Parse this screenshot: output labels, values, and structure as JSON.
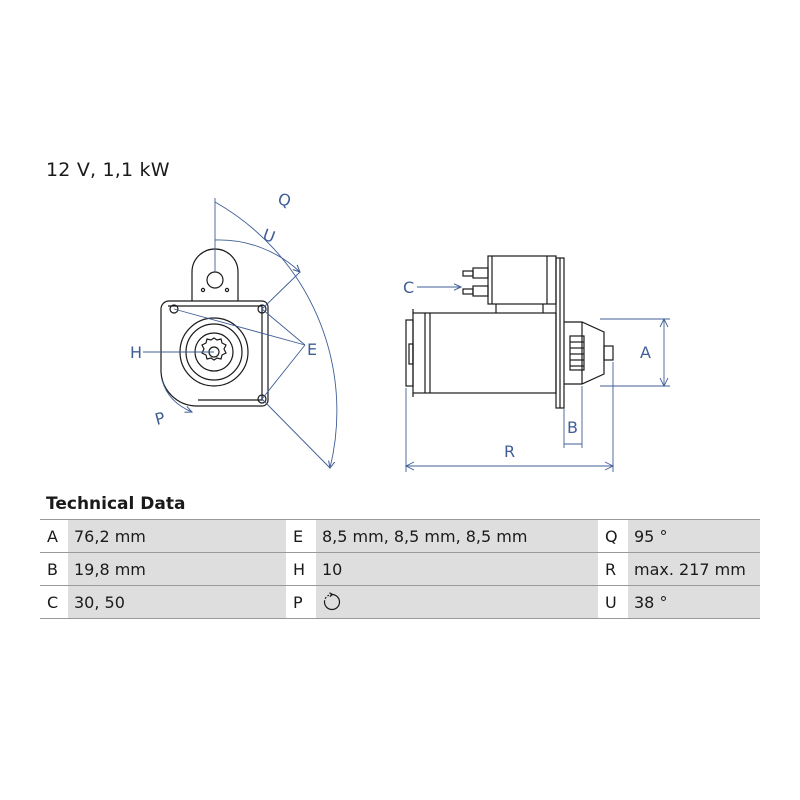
{
  "spec_title": "12 V, 1,1 kW",
  "drawing_labels": {
    "Q": "Q",
    "U": "U",
    "E": "E",
    "H": "H",
    "P": "P",
    "C": "C",
    "A": "A",
    "B": "B",
    "R": "R"
  },
  "colors": {
    "line": "#1a1a1a",
    "dimension": "#3f5e96",
    "table_value_bg": "#dedede"
  },
  "table_title": "Technical Data",
  "table_rows": [
    [
      {
        "key": "A",
        "value": "76,2 mm"
      },
      {
        "key": "E",
        "value": "8,5 mm, 8,5 mm, 8,5 mm"
      },
      {
        "key": "Q",
        "value": "95 °"
      }
    ],
    [
      {
        "key": "B",
        "value": "19,8 mm"
      },
      {
        "key": "H",
        "value": "10"
      },
      {
        "key": "R",
        "value": "max. 217 mm"
      }
    ],
    [
      {
        "key": "C",
        "value": "30, 50"
      },
      {
        "key": "P",
        "value": "",
        "icon": "clockwise-rotation-icon"
      },
      {
        "key": "U",
        "value": "38 °"
      }
    ]
  ]
}
